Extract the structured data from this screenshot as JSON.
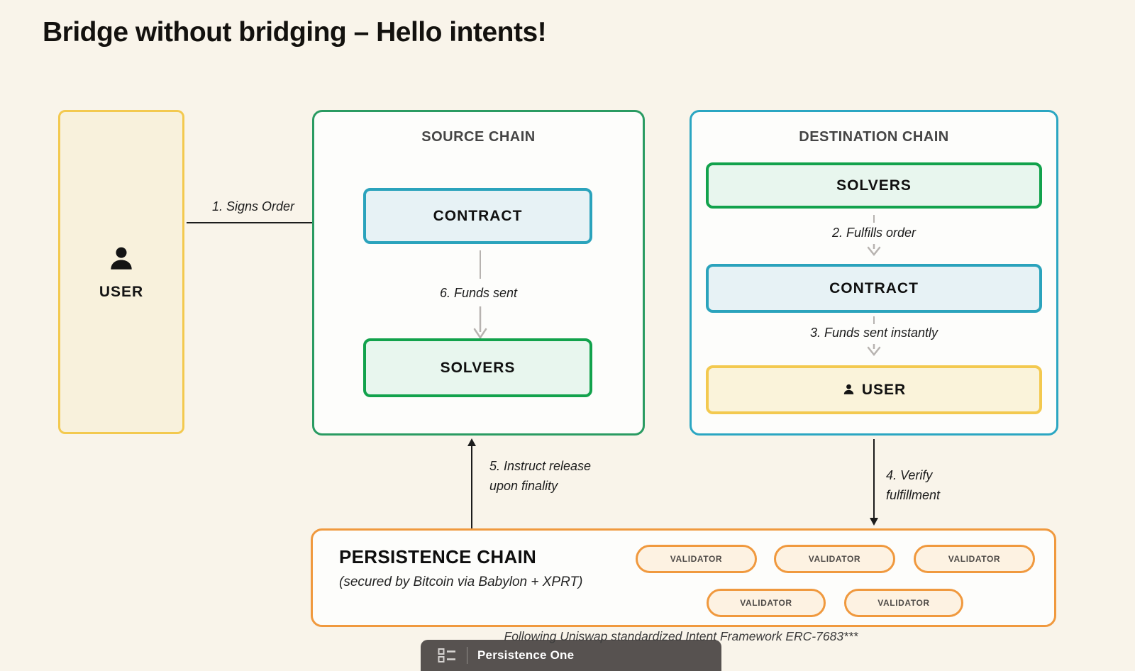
{
  "page": {
    "title": "Bridge without bridging – Hello intents!"
  },
  "user_panel": {
    "label": "USER"
  },
  "source_chain": {
    "title": "SOURCE CHAIN",
    "contract_label": "CONTRACT",
    "solvers_label": "SOLVERS"
  },
  "destination_chain": {
    "title": "DESTINATION CHAIN",
    "solvers_label": "SOLVERS",
    "contract_label": "CONTRACT",
    "user_label": "USER"
  },
  "persistence_chain": {
    "title": "PERSISTENCE CHAIN",
    "subtitle": "(secured by Bitcoin via Babylon + XPRT)",
    "validators": [
      "VALIDATOR",
      "VALIDATOR",
      "VALIDATOR",
      "VALIDATOR",
      "VALIDATOR"
    ]
  },
  "steps": {
    "step1": "1. Signs Order",
    "step2": "2. Fulfills order",
    "step3": "3. Funds sent instantly",
    "step4_line1": "4. Verify",
    "step4_line2": "fulfillment",
    "step5_line1": "5. Instruct release",
    "step5_line2": "upon finality",
    "step6": "6. Funds sent"
  },
  "footer": {
    "note": "Following Uniswap standardized Intent Framework ERC-7683***",
    "brand": "Persistence One"
  },
  "colors": {
    "background": "#f9f4ea",
    "yellow": "#f3c94f",
    "green_outer": "#2a9b62",
    "green": "#12a24c",
    "teal": "#2ba3bc",
    "orange": "#f0993e",
    "bar": "#575250"
  }
}
